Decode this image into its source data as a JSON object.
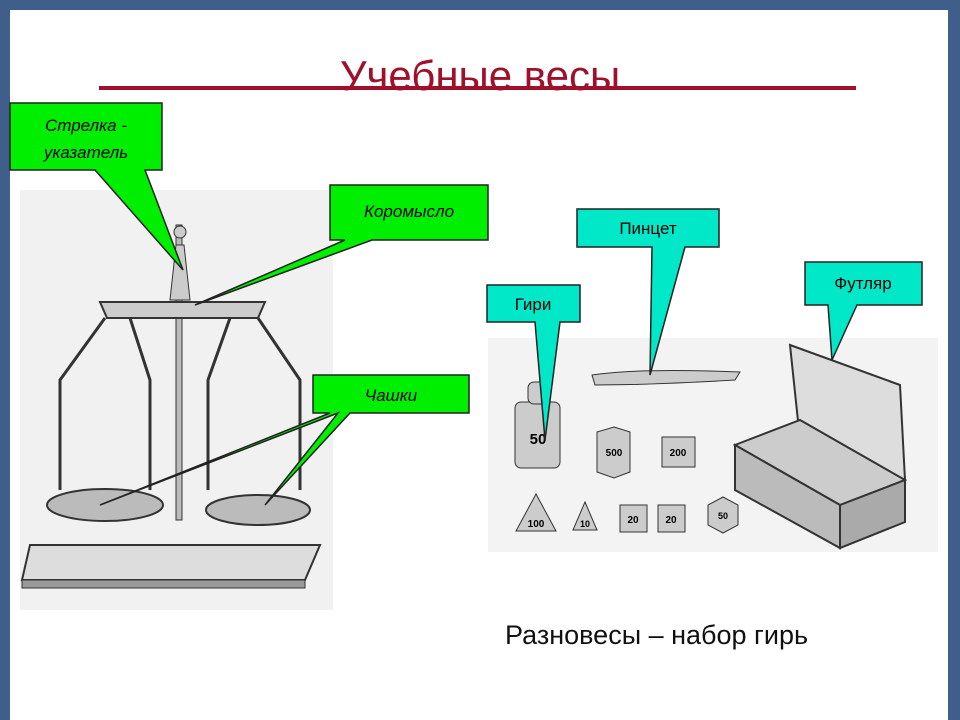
{
  "slide": {
    "title": "Учебные весы",
    "caption": "Разновесы – набор гирь"
  },
  "callouts": {
    "pointer": [
      "Стрелка -",
      "указатель"
    ],
    "beam": "Коромысло",
    "pans": "Чашки",
    "weights": "Гири",
    "tweezers": "Пинцет",
    "case": "Футляр"
  },
  "weights_image": {
    "labels": [
      "50",
      "500",
      "200",
      "100",
      "10",
      "20",
      "20",
      "50"
    ]
  },
  "colors": {
    "frame": "#3f5f8a",
    "title": "#a0102a",
    "green_callout": "#00ee00",
    "cyan_callout": "#00e8c8"
  }
}
